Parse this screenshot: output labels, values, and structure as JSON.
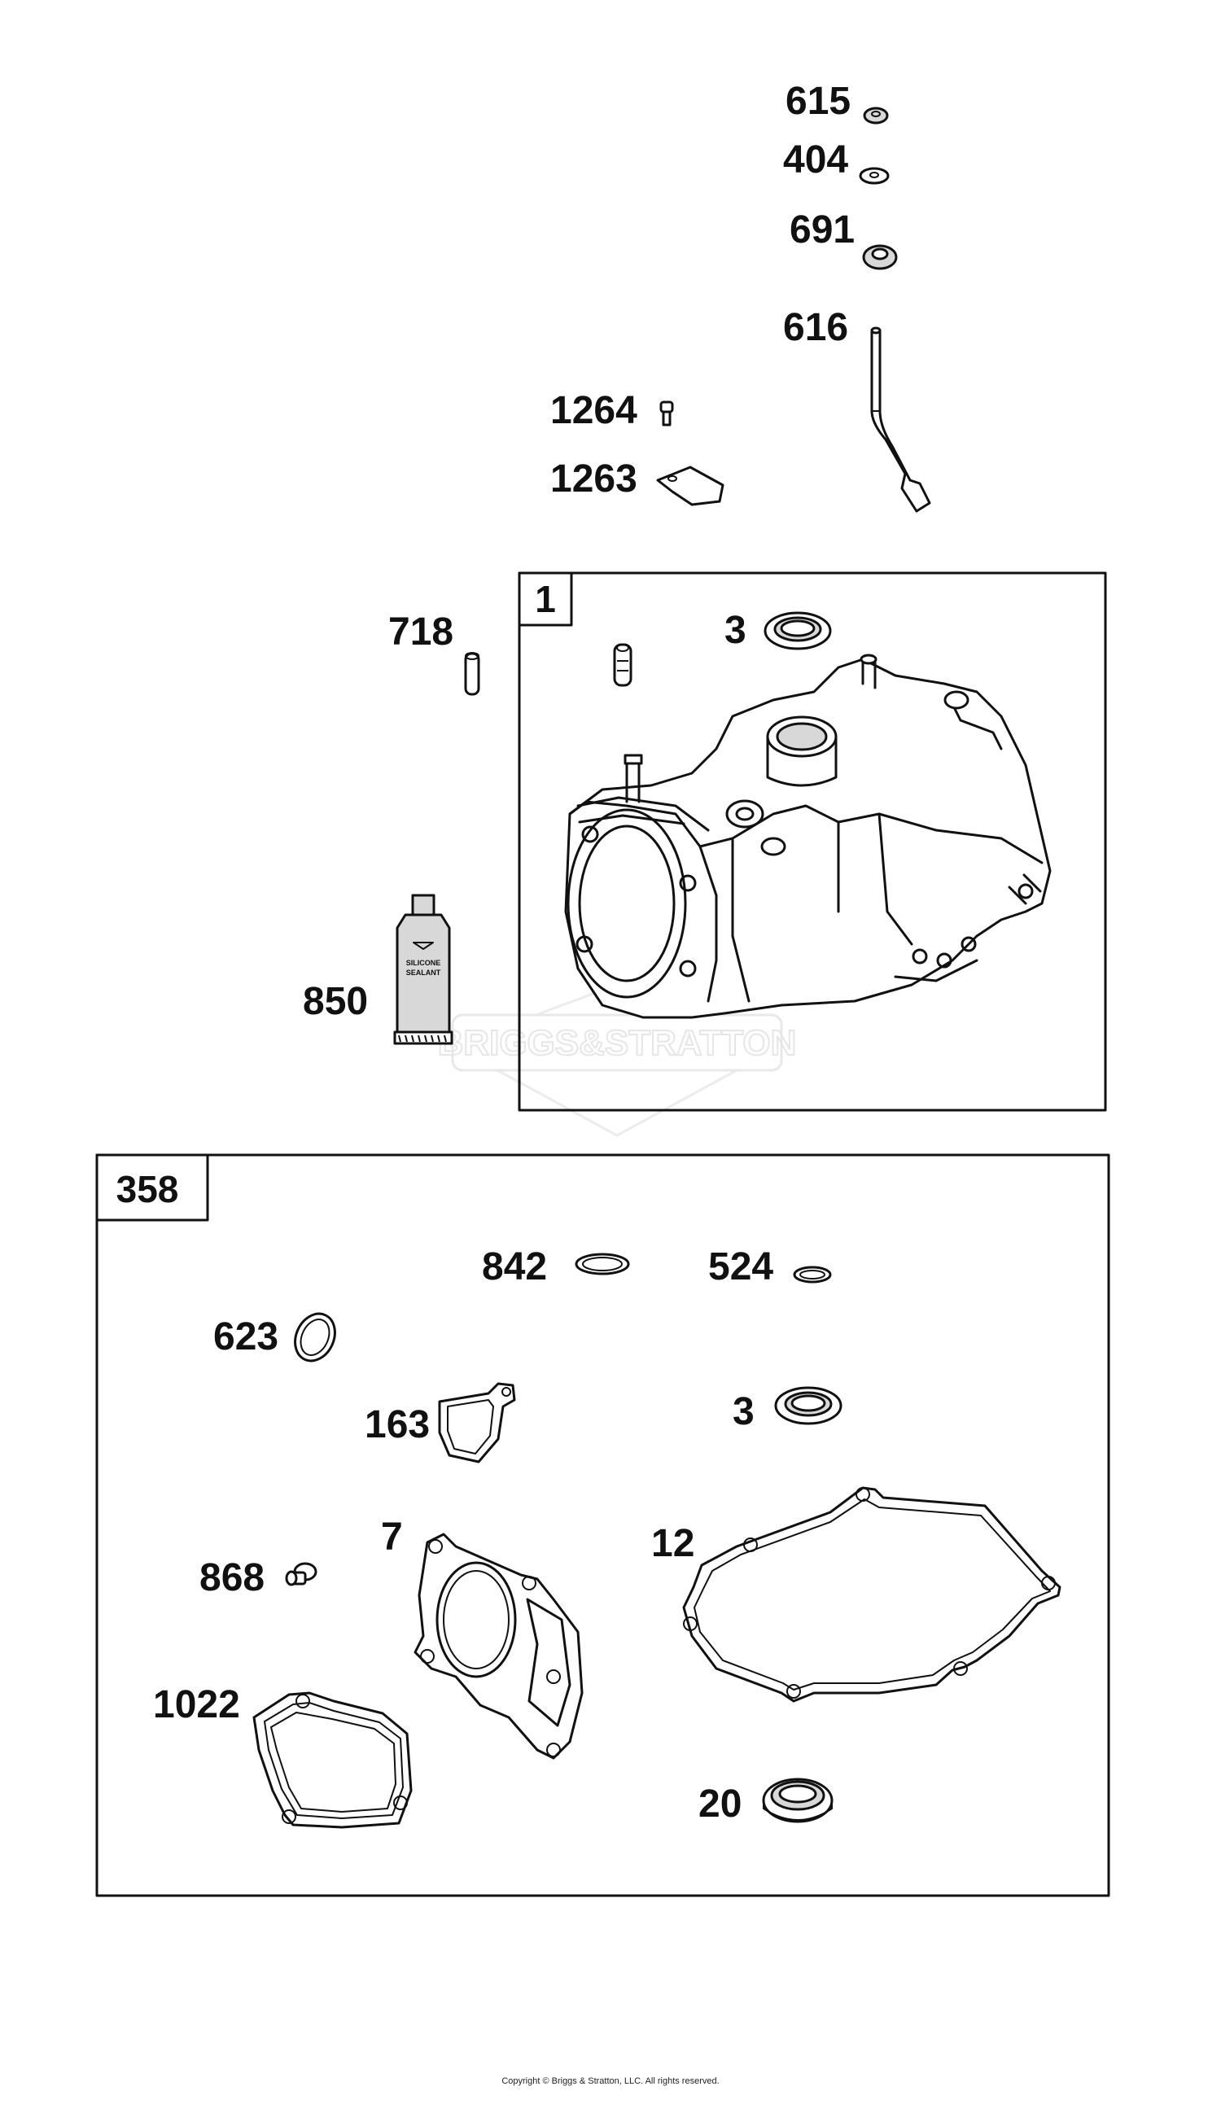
{
  "watermark": "BRIGGS&STRATTON",
  "copyright": "Copyright © Briggs & Stratton, LLC. All rights reserved.",
  "tube": {
    "line1": "SILICONE",
    "line2": "SEALANT"
  },
  "groups": [
    {
      "id": "g1",
      "label": "1"
    },
    {
      "id": "g358",
      "label": "358"
    }
  ],
  "parts": [
    {
      "id": "p615",
      "label": "615"
    },
    {
      "id": "p404",
      "label": "404"
    },
    {
      "id": "p691",
      "label": "691"
    },
    {
      "id": "p616",
      "label": "616"
    },
    {
      "id": "p1264",
      "label": "1264"
    },
    {
      "id": "p1263",
      "label": "1263"
    },
    {
      "id": "p718",
      "label": "718"
    },
    {
      "id": "p3a",
      "label": "3"
    },
    {
      "id": "p850",
      "label": "850"
    },
    {
      "id": "p842",
      "label": "842"
    },
    {
      "id": "p524",
      "label": "524"
    },
    {
      "id": "p623",
      "label": "623"
    },
    {
      "id": "p163",
      "label": "163"
    },
    {
      "id": "p3b",
      "label": "3"
    },
    {
      "id": "p7",
      "label": "7"
    },
    {
      "id": "p12",
      "label": "12"
    },
    {
      "id": "p868",
      "label": "868"
    },
    {
      "id": "p1022",
      "label": "1022"
    },
    {
      "id": "p20",
      "label": "20"
    }
  ]
}
